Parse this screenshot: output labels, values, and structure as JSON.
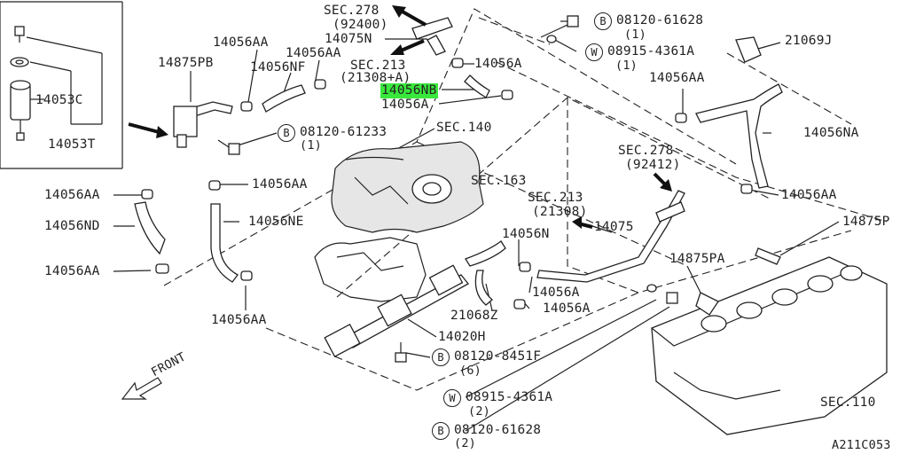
{
  "accent_color": "#39e83c",
  "labels": {
    "sec278_top": "SEC.278",
    "n92400": "(92400)",
    "p14075N": "14075N",
    "sec213_top": "SEC.213",
    "n21308a": "(21308+A)",
    "p14056NB": "14056NB",
    "p14056A_1": "14056A",
    "p14056A_2": "14056A",
    "p14056AA_1": "14056AA",
    "p14056AA_2": "14056AA",
    "p14056NF": "14056NF",
    "p14875PB": "14875PB",
    "b08120_61233": "08120-61233",
    "q1a": "(1)",
    "p14053C": "14053C",
    "p14053T": "14053T",
    "sec140": "SEC.140",
    "sec163": "SEC.163",
    "b08120_61628_top": "08120-61628",
    "q1b": "(1)",
    "w08915_4361A_top": "08915-4361A",
    "q1c": "(1)",
    "p21069J": "21069J",
    "p14056AA_3": "14056AA",
    "p14056NA": "14056NA",
    "sec278_mid": "SEC.278",
    "n92412": "(92412)",
    "p14056AA_4": "14056AA",
    "p14875P": "14875P",
    "sec213_mid": "SEC.213",
    "n21308": "(21308)",
    "p14075": "14075",
    "p14056N": "14056N",
    "p14875PA": "14875PA",
    "p14056A_3": "14056A",
    "p14056A_4": "14056A",
    "p21068Z": "21068Z",
    "p14020H": "14020H",
    "b08120_8451F": "08120-8451F",
    "q6": "(6)",
    "w08915_4361A_bot": "08915-4361A",
    "q2a": "(2)",
    "b08120_61628_bot": "08120-61628",
    "q2b": "(2)",
    "sec110": "SEC.110",
    "p14056AA_5": "14056AA",
    "p14056ND": "14056ND",
    "p14056AA_6": "14056AA",
    "p14056AA_7": "14056AA",
    "p14056AA_8": "14056AA",
    "p14056NE": "14056NE",
    "front": "FRONT",
    "drawing_code": "A211C053"
  },
  "symbols": {
    "bolt_b": "B",
    "washer_w": "W"
  }
}
